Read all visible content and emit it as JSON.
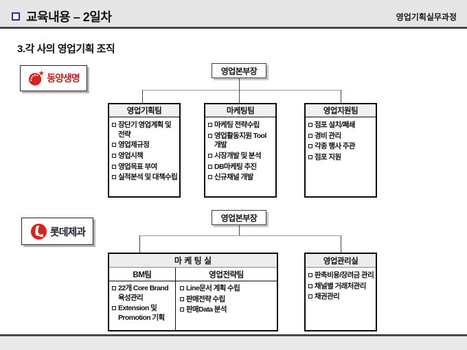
{
  "header": {
    "title": "교육내용 – 2일차",
    "course": "영업기획실무과정"
  },
  "section_title": "3.각 사의 영업기획 조직",
  "colors": {
    "accent_red": "#d6251f",
    "bullet_blue": "#2d2da8",
    "bar_gray": "#e6e6e6",
    "rule_dark": "#474747"
  },
  "icons": {
    "title_bullet": "blue-outline-square",
    "item_bullet": "small-outline-square",
    "tongyang_logo": "red-circle-with-white-dots-and-star",
    "lotte_logo": "red-circle-with-white-L-ribbon"
  },
  "charts": [
    {
      "company": "동양생명",
      "root": "영업본부장",
      "teams": [
        {
          "name": "영업기획팀",
          "items": [
            "장단기 영업계획 및 전략",
            "영업제규정",
            "영업시책",
            "영업목표 부여",
            "실적분석 및 대책수립"
          ]
        },
        {
          "name": "마케팅팀",
          "items": [
            "마케팅 전략수립",
            "영업활동지원 Tool 개발",
            "시장개발 및 분석",
            "DB마케팅 추진",
            "신규채널 개발"
          ]
        },
        {
          "name": "영업지원팀",
          "items": [
            "점포 설치/폐쇄",
            "경비 관리",
            "각종 행사 주관",
            "점포 지원"
          ]
        }
      ]
    },
    {
      "company": "롯데제과",
      "root": "영업본부장",
      "marketing_office": {
        "name": "마 케 팅 실",
        "sub_teams": [
          {
            "name": "BM팀",
            "items": [
              "22개 Core Brand 육성관리",
              "Extension 및 Promotion 기획"
            ]
          },
          {
            "name": "영업전략팀",
            "items": [
              "Line문서 계획 수립",
              "판매전략 수립",
              "판매Data 분석"
            ]
          }
        ]
      },
      "management_office": {
        "name": "영업관리실",
        "items": [
          "판촉비용/장려금 관리",
          "채널별 거래처관리",
          "채권관리"
        ]
      }
    }
  ]
}
